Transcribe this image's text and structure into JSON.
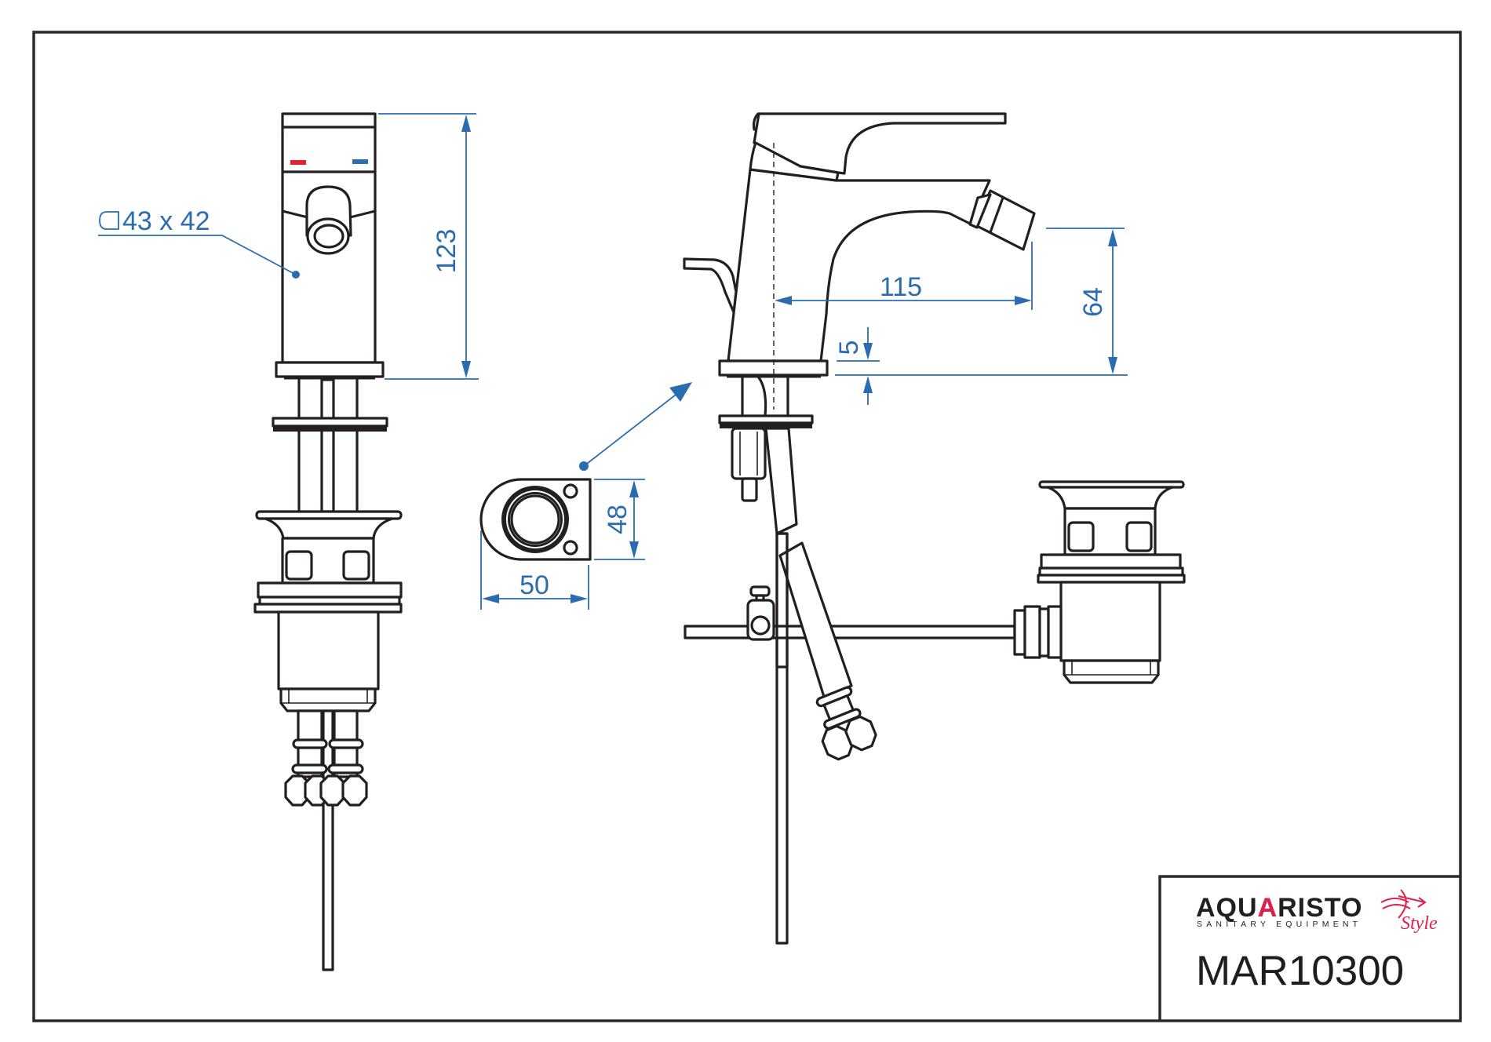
{
  "drawing": {
    "model_code": "MAR10300",
    "colors": {
      "outline": "#231f20",
      "dimension": "#2b6cb0",
      "hot_marker": "#e3242b",
      "cold_marker": "#2e6db4",
      "brand_accent": "#e0204a"
    }
  },
  "title_block": {
    "brand_name": "AQUARISTO",
    "brand_tagline": "SANITARY EQUIPMENT",
    "brand_script": "Style",
    "model_code": "MAR10300"
  },
  "front_view": {
    "body_section_label": "43 x 42",
    "body_section_icon": "rectangular-section-icon",
    "height_dimension": "123"
  },
  "top_view": {
    "depth_dimension": "48",
    "width_dimension": "50"
  },
  "side_view": {
    "spout_reach_dimension": "115",
    "spout_height_dimension": "64",
    "base_thickness_dimension": "5"
  }
}
